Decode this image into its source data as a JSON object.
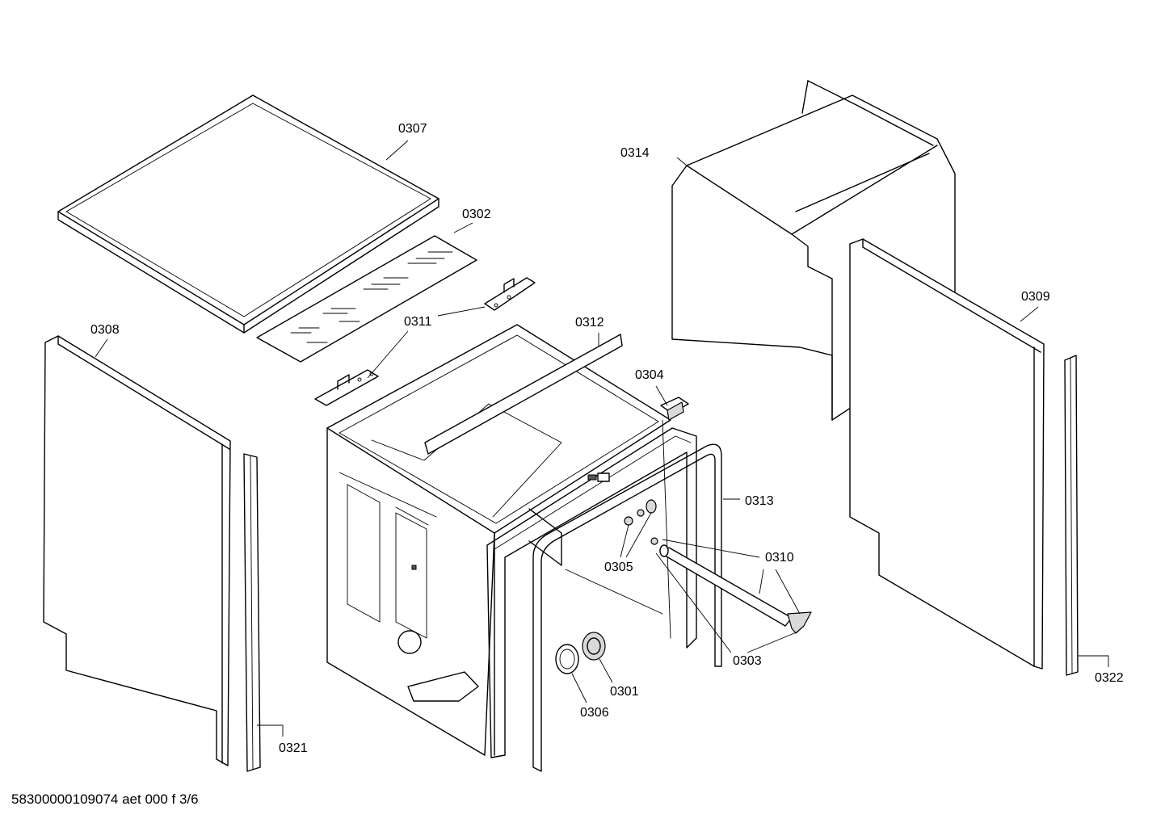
{
  "parts": {
    "p0301": "0301",
    "p0302": "0302",
    "p0303": "0303",
    "p0304": "0304",
    "p0305": "0305",
    "p0306": "0306",
    "p0307": "0307",
    "p0308": "0308",
    "p0309": "0309",
    "p0310": "0310",
    "p0311": "0311",
    "p0312": "0312",
    "p0313": "0313",
    "p0314": "0314",
    "p0321": "0321",
    "p0322": "0322"
  },
  "footer": "58300000109074 aet 000 f 3/6"
}
